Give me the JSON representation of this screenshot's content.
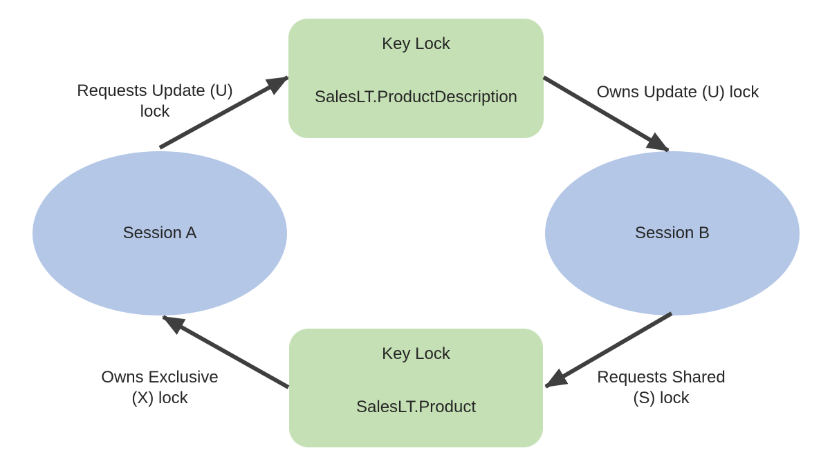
{
  "diagram": {
    "type": "deadlock-cycle",
    "nodes": {
      "lock_top": {
        "title": "Key Lock",
        "object": "SalesLT.ProductDescription"
      },
      "lock_bottom": {
        "title": "Key Lock",
        "object": "SalesLT.Product"
      },
      "session_a": {
        "label": "Session A"
      },
      "session_b": {
        "label": "Session B"
      }
    },
    "edges": [
      {
        "from": "Session A",
        "to": "Key Lock SalesLT.ProductDescription",
        "label_lines": [
          "Requests Update (U)",
          "lock"
        ]
      },
      {
        "from": "Key Lock SalesLT.ProductDescription",
        "to": "Session B",
        "label_lines": [
          "Owns Update (U) lock"
        ]
      },
      {
        "from": "Session B",
        "to": "Key Lock SalesLT.Product",
        "label_lines": [
          "Requests Shared",
          "(S) lock"
        ]
      },
      {
        "from": "Key Lock SalesLT.Product",
        "to": "Session A",
        "label_lines": [
          "Owns Exclusive",
          "(X) lock"
        ]
      }
    ],
    "colors": {
      "lock_fill": "#c5e0b4",
      "session_fill": "#b4c7e7",
      "arrow": "#3f3f3f",
      "text": "#262626",
      "background": "#ffffff"
    }
  }
}
